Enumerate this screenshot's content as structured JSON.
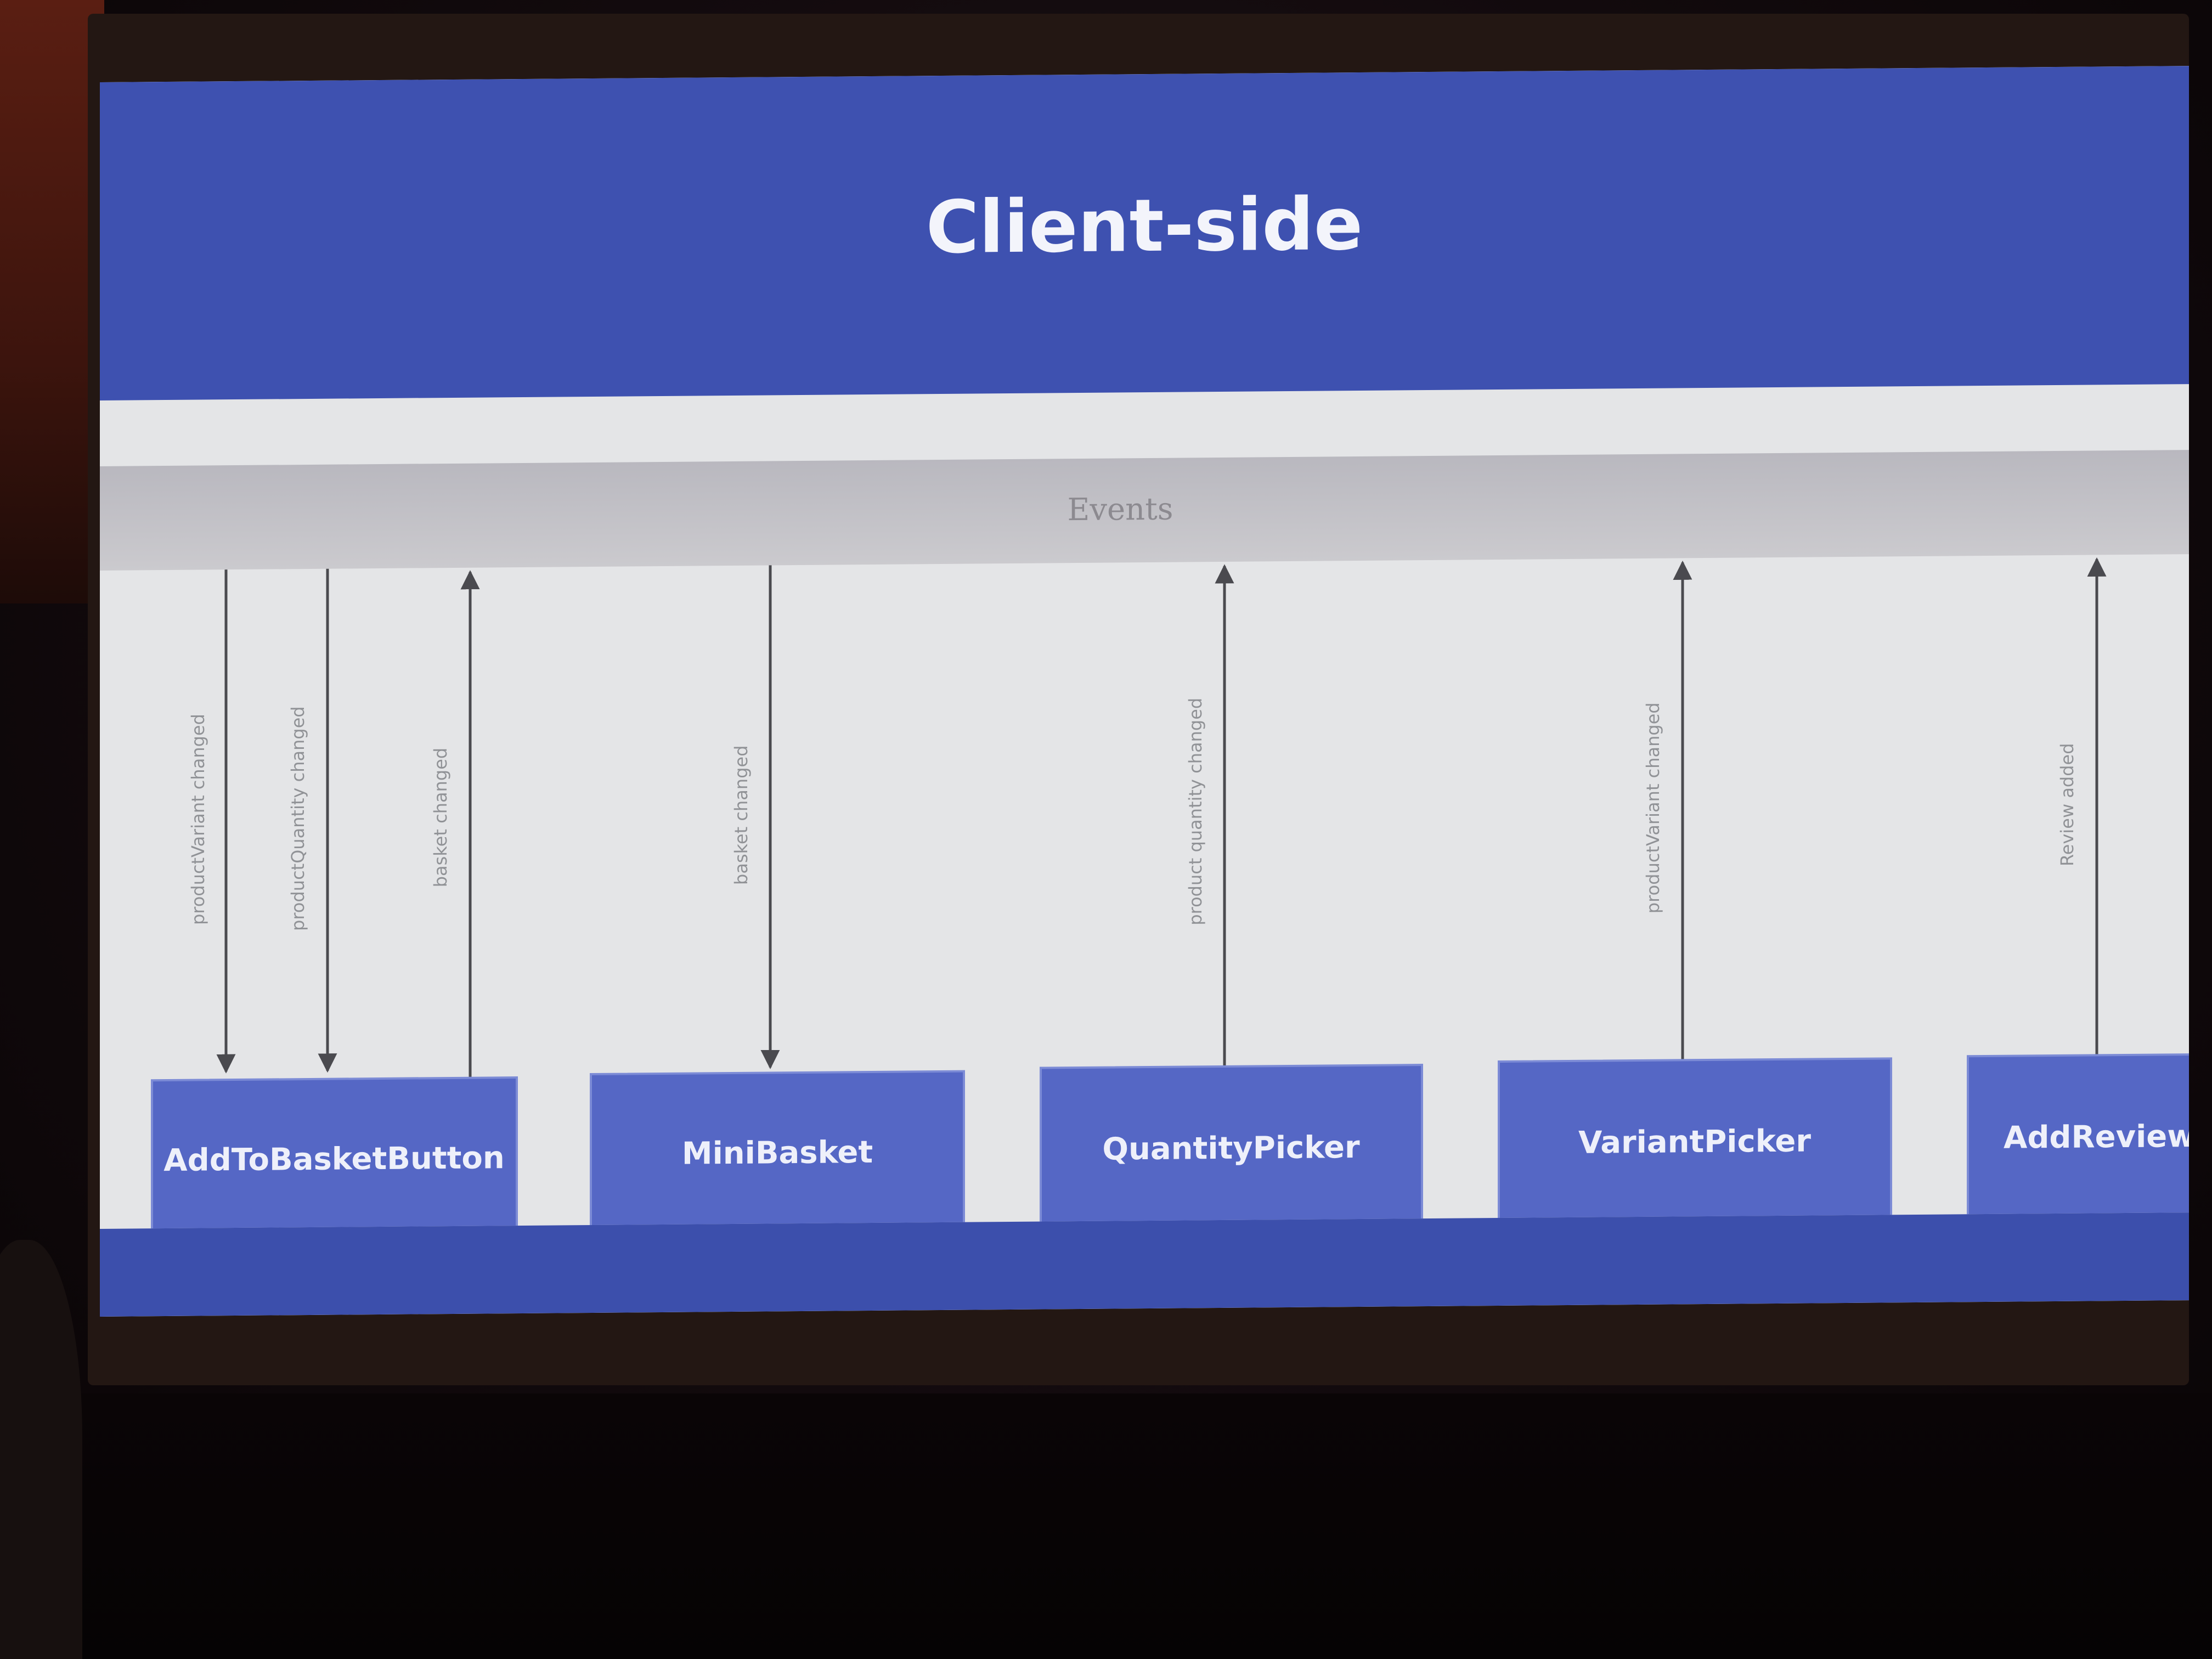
{
  "slide": {
    "title": "Client-side"
  },
  "diagram": {
    "bus_label": "Events",
    "components": [
      {
        "id": "add-to-basket-button",
        "label": "AddToBasketButton"
      },
      {
        "id": "mini-basket",
        "label": "MiniBasket"
      },
      {
        "id": "quantity-picker",
        "label": "QuantityPicker"
      },
      {
        "id": "variant-picker",
        "label": "VariantPicker"
      },
      {
        "id": "add-review",
        "label": "AddReview"
      }
    ],
    "connections": [
      {
        "event": "product-variant-changed",
        "component": "AddToBasketButton",
        "direction": "bus-to-component",
        "label": "productVariant changed"
      },
      {
        "event": "product-quantity-changed",
        "component": "AddToBasketButton",
        "direction": "bus-to-component",
        "label": "productQuantity changed"
      },
      {
        "event": "basket-changed",
        "component": "AddToBasketButton",
        "direction": "component-to-bus",
        "label": "basket changed"
      },
      {
        "event": "basket-changed",
        "component": "MiniBasket",
        "direction": "bus-to-component",
        "label": "basket changed"
      },
      {
        "event": "product-quantity-changed",
        "component": "QuantityPicker",
        "direction": "component-to-bus",
        "label": "product quantity changed"
      },
      {
        "event": "product-variant-changed",
        "component": "VariantPicker",
        "direction": "component-to-bus",
        "label": "productVariant changed"
      },
      {
        "event": "review-added",
        "component": "AddReview",
        "direction": "component-to-bus",
        "label": "Review added"
      }
    ],
    "colors": {
      "component_fill": "#5567c5",
      "component_stroke": "#7c8bd6",
      "bus_fill": "#c4c3c9",
      "arrow": "#4a4a4f"
    }
  }
}
